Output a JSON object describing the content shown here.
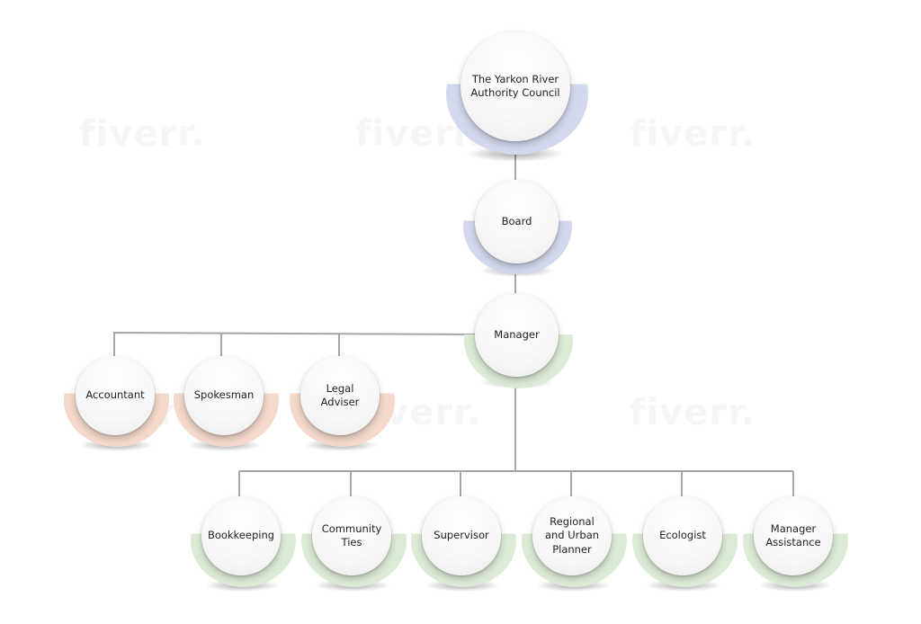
{
  "watermark_text": "fiverr.",
  "colors": {
    "blue_arc": "#d3d9ec",
    "peach_arc": "#f4d9cc",
    "green_arc": "#dcebd6",
    "connector": "#a6a6a6"
  },
  "nodes": {
    "council": {
      "label": "The Yarkon River\nAuthority Council",
      "accent": "blue_arc"
    },
    "board": {
      "label": "Board",
      "accent": "blue_arc"
    },
    "manager": {
      "label": "Manager",
      "accent": "green_arc"
    },
    "accountant": {
      "label": "Accountant",
      "accent": "peach_arc"
    },
    "spokesman": {
      "label": "Spokesman",
      "accent": "peach_arc"
    },
    "legal_adviser": {
      "label": "Legal\nAdviser",
      "accent": "peach_arc"
    },
    "bookkeeping": {
      "label": "Bookkeeping",
      "accent": "green_arc"
    },
    "community_ties": {
      "label": "Community\nTies",
      "accent": "green_arc"
    },
    "supervisor": {
      "label": "Supervisor",
      "accent": "green_arc"
    },
    "regional_planner": {
      "label": "Regional\nand Urban\nPlanner",
      "accent": "green_arc"
    },
    "ecologist": {
      "label": "Ecologist",
      "accent": "green_arc"
    },
    "manager_assistance": {
      "label": "Manager\nAssistance",
      "accent": "green_arc"
    }
  }
}
